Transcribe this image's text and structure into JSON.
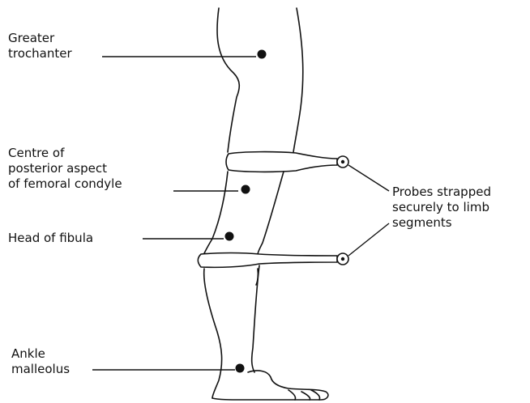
{
  "labels": {
    "greater_trochanter": [
      "Greater",
      "trochanter"
    ],
    "femoral_condyle": [
      "Centre of",
      "posterior aspect",
      "of femoral condyle"
    ],
    "head_of_fibula": [
      "Head of fibula"
    ],
    "ankle_malleolus": [
      "Ankle",
      "malleolus"
    ],
    "probes": [
      "Probes strapped",
      "securely to limb",
      "segments"
    ]
  }
}
